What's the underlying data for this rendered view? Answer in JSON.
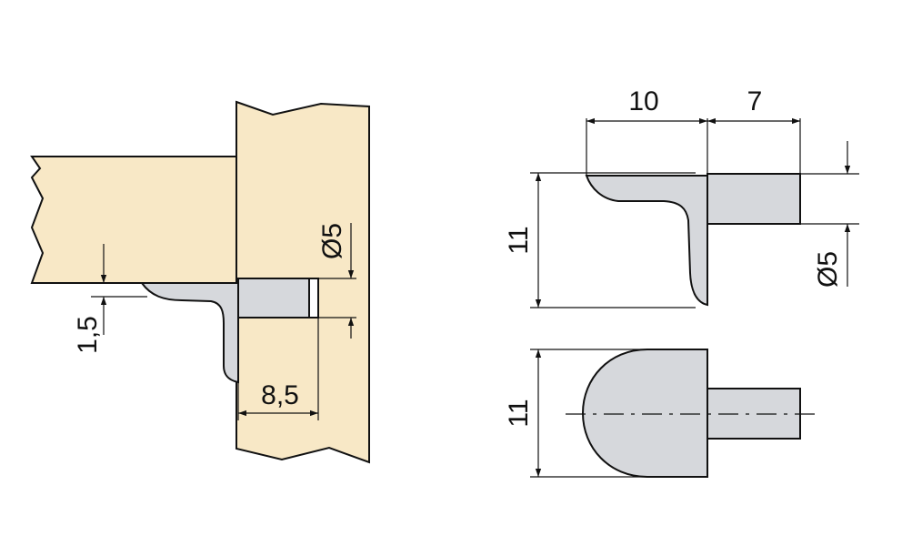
{
  "colors": {
    "wood": "#f8e8c6",
    "metal": "#d6d8dc",
    "line": "#111111",
    "background": "#ffffff"
  },
  "left_view": {
    "dim_hole_diameter": "Ø5",
    "dim_pin_depth": "8,5",
    "dim_offset": "1,5"
  },
  "right_views": {
    "dim_body_width": "10",
    "dim_pin_length": "7",
    "dim_pin_diameter": "Ø5",
    "dim_side_height": "11",
    "dim_top_height": "11"
  }
}
